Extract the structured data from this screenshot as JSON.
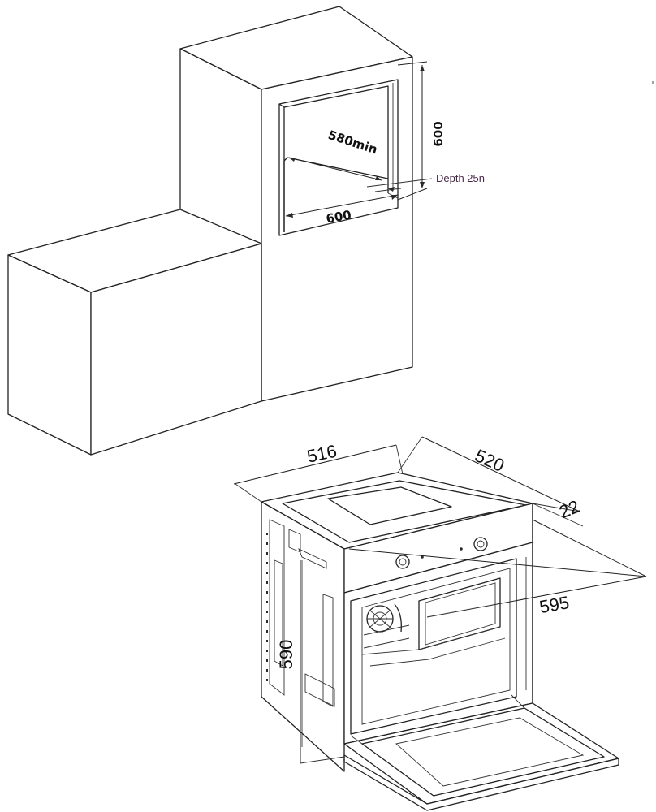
{
  "cabinet": {
    "opening_width_label": "600",
    "opening_height_label": "600",
    "opening_depth_label": "580min",
    "depth_note_label": "Depth 25n"
  },
  "oven": {
    "top_width_label": "516",
    "top_depth_label": "520",
    "panel_thickness_label": "22",
    "front_width_label": "595",
    "body_height_label": "590"
  }
}
